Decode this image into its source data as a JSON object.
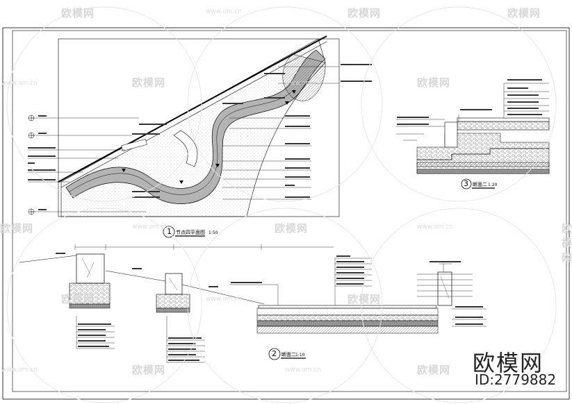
{
  "brand": {
    "name": "欧模网",
    "id_text": "ID:2779882"
  },
  "watermark": {
    "text": "欧模网",
    "url": "www.om.cn"
  },
  "views": {
    "plan": {
      "number": "1",
      "title": "节点四平面图",
      "scale": "1:50"
    },
    "section2": {
      "number": "2",
      "title": "断面二",
      "scale": "1:10"
    },
    "section3": {
      "number": "3",
      "title": "断面二",
      "scale": "1:20"
    }
  }
}
